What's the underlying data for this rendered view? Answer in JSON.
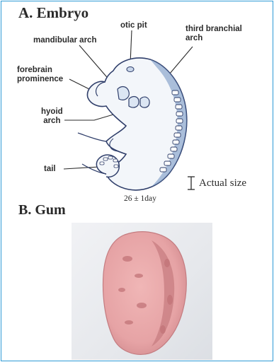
{
  "figure": {
    "panel_a_title": "A. Embryo",
    "panel_b_title": "B. Gum",
    "labels": {
      "otic_pit": "otic pit",
      "mandibular_arch": "mandibular arch",
      "third_branchial_arch_line1": "third branchial",
      "third_branchial_arch_line2": "arch",
      "forebrain_line1": "forebrain",
      "forebrain_line2": "prominence",
      "hyoid_line1": "hyoid",
      "hyoid_line2": "arch",
      "tail": "tail"
    },
    "scale_label": "Actual size",
    "age_label": "26 ± 1day"
  },
  "colors": {
    "frame_border": "#2f9bd6",
    "embryo_outline": "#2f3e6a",
    "embryo_fill": "#f3f6fa",
    "embryo_shade": "#6d8fbf",
    "gum_fill": "#e8a9aa",
    "gum_dark": "#c97f83"
  }
}
